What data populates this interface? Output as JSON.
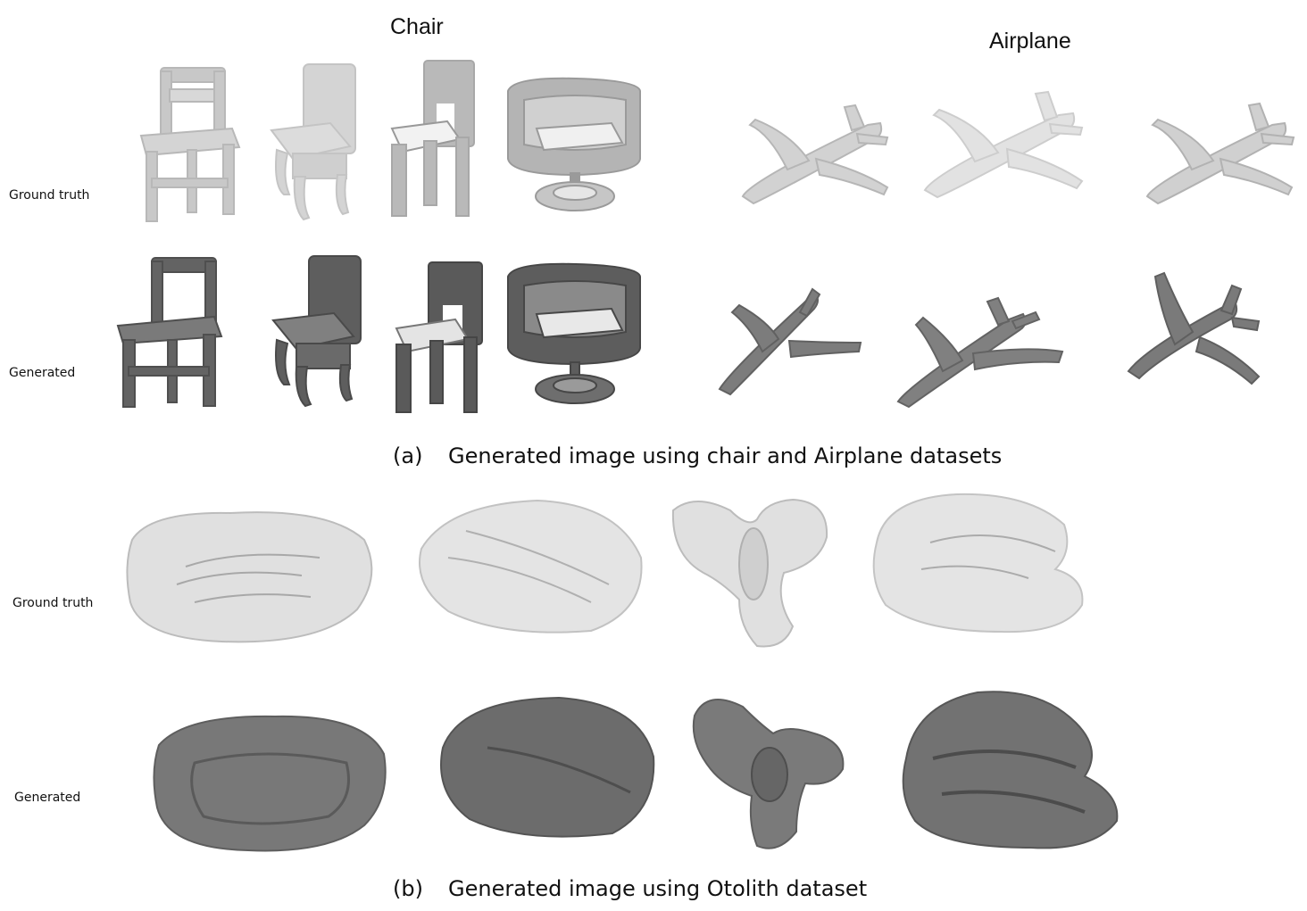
{
  "part_a": {
    "headings": {
      "chair": "Chair",
      "airplane": "Airplane"
    },
    "row_labels": {
      "ground_truth": "Ground truth",
      "generated": "Generated"
    },
    "caption": {
      "tag": "(a)",
      "text": "Generated image using chair and Airplane datasets"
    }
  },
  "part_b": {
    "row_labels": {
      "ground_truth": "Ground truth",
      "generated": "Generated"
    },
    "caption": {
      "tag": "(b)",
      "text": "Generated image using Otolith dataset"
    }
  },
  "colors": {
    "ground_truth_shape": "#c9c9c9",
    "generated_shape": "#6a6a6a",
    "airplane_truth": "#dcdcdc",
    "otolith_truth": "#e2e2e2",
    "otolith_generated": "#7a7a7a"
  }
}
